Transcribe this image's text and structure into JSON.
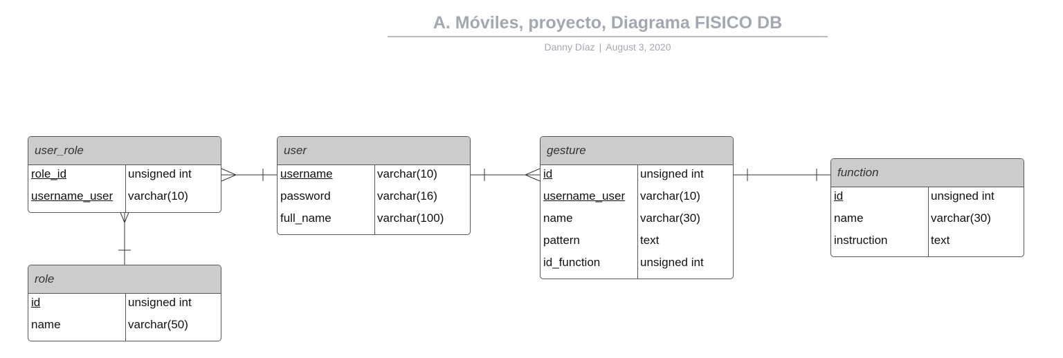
{
  "header": {
    "title": "A. Móviles, proyecto, Diagrama FISICO DB",
    "author": "Danny Díaz",
    "separator": "|",
    "date": "August 3, 2020"
  },
  "entities": {
    "user_role": {
      "name": "user_role",
      "rows": [
        {
          "field": "role_id",
          "type": "unsigned int",
          "key": true
        },
        {
          "field": "username_user",
          "type": "varchar(10)",
          "key": true
        }
      ]
    },
    "user": {
      "name": "user",
      "rows": [
        {
          "field": "username",
          "type": "varchar(10)",
          "key": true
        },
        {
          "field": "password",
          "type": "varchar(16)",
          "key": false
        },
        {
          "field": "full_name",
          "type": "varchar(100)",
          "key": false
        }
      ]
    },
    "gesture": {
      "name": "gesture",
      "rows": [
        {
          "field": "id",
          "type": "unsigned int",
          "key": true
        },
        {
          "field": "username_user",
          "type": "varchar(10)",
          "key": true
        },
        {
          "field": "name",
          "type": "varchar(30)",
          "key": false
        },
        {
          "field": "pattern",
          "type": "text",
          "key": false
        },
        {
          "field": "id_function",
          "type": "unsigned int",
          "key": false
        }
      ]
    },
    "function": {
      "name": "function",
      "rows": [
        {
          "field": "id",
          "type": "unsigned int",
          "key": true
        },
        {
          "field": "name",
          "type": "varchar(30)",
          "key": false
        },
        {
          "field": "instruction",
          "type": "text",
          "key": false
        }
      ]
    },
    "role": {
      "name": "role",
      "rows": [
        {
          "field": "id",
          "type": "unsigned int",
          "key": true
        },
        {
          "field": "name",
          "type": "varchar(50)",
          "key": false
        }
      ]
    }
  },
  "relationships": [
    {
      "from": "user_role",
      "to": "user",
      "from_cardinality": "many",
      "to_cardinality": "one"
    },
    {
      "from": "user",
      "to": "gesture",
      "from_cardinality": "one",
      "to_cardinality": "many"
    },
    {
      "from": "gesture",
      "to": "function",
      "from_cardinality": "one",
      "to_cardinality": "one"
    },
    {
      "from": "user_role",
      "to": "role",
      "from_cardinality": "many",
      "to_cardinality": "one"
    }
  ],
  "colors": {
    "title": "#a3a7b0",
    "header_fill": "#cccccc",
    "border": "#555555",
    "line": "#333333"
  }
}
